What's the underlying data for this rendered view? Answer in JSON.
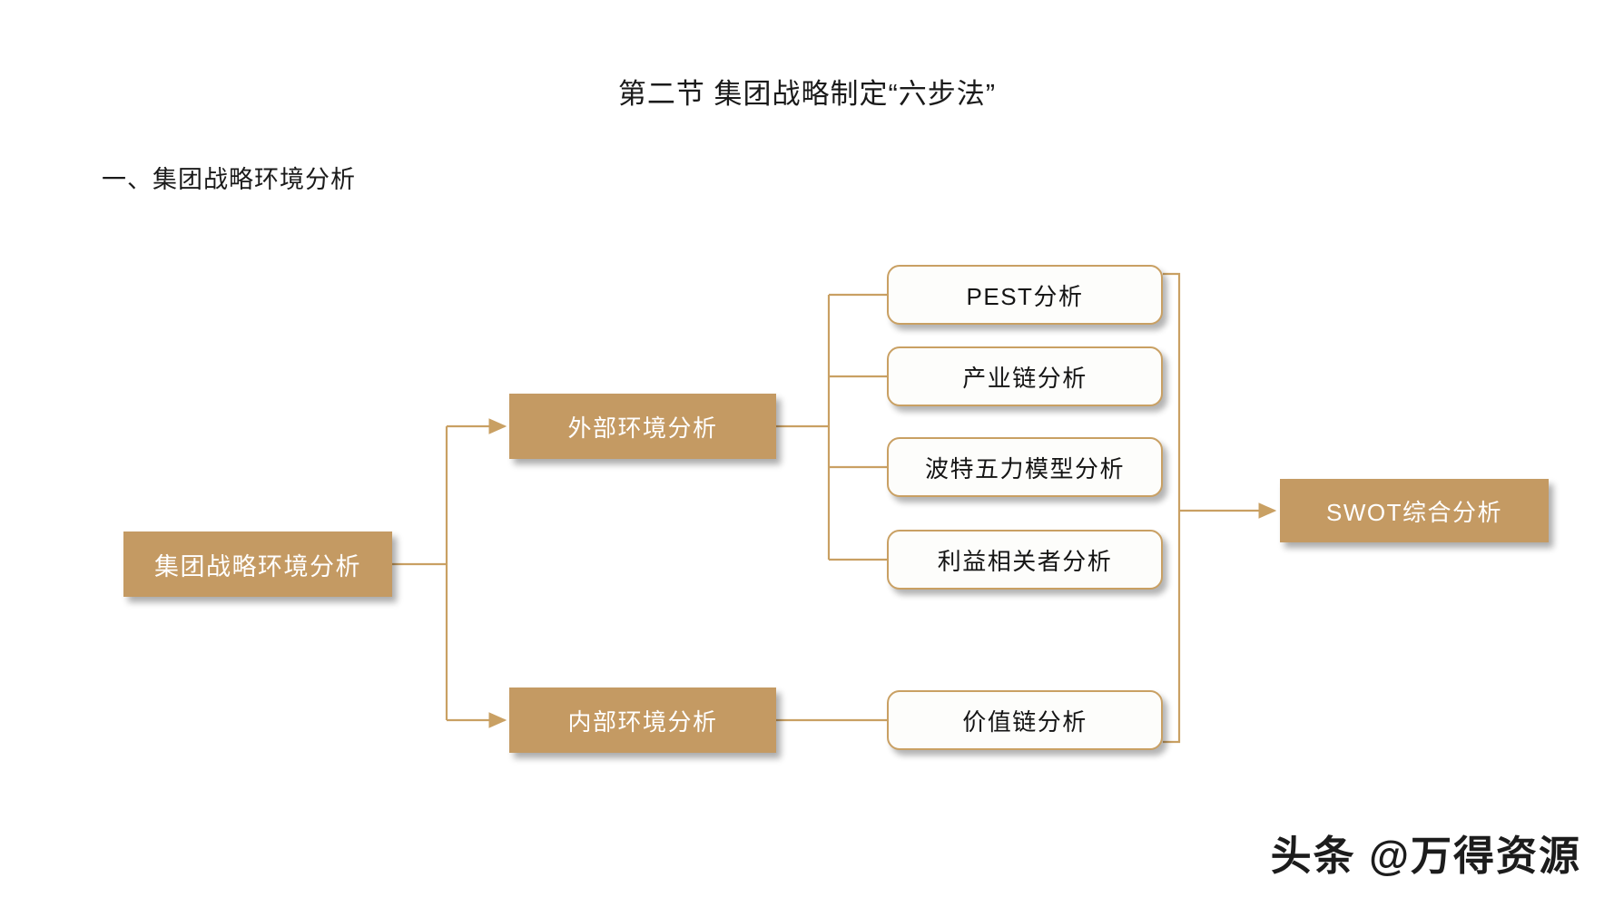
{
  "slide": {
    "title": "第二节 集团战略制定“六步法”",
    "subtitle": "一、集团战略环境分析"
  },
  "diagram": {
    "type": "tree",
    "orientation": "left-to-right",
    "accent_color": "#c49a63",
    "border_color": "#c9a063",
    "connector_color": "#c9a063",
    "fill_text_color": "#ffffff",
    "outline_text_color": "#141414",
    "root": {
      "label": "集团战略环境分析",
      "style": "filled"
    },
    "branches": [
      {
        "label": "外部环境分析",
        "style": "filled",
        "children": [
          {
            "label": "PEST分析",
            "style": "outlined"
          },
          {
            "label": "产业链分析",
            "style": "outlined"
          },
          {
            "label": "波特五力模型分析",
            "style": "outlined"
          },
          {
            "label": "利益相关者分析",
            "style": "outlined"
          }
        ]
      },
      {
        "label": "内部环境分析",
        "style": "filled",
        "children": [
          {
            "label": "价值链分析",
            "style": "outlined"
          }
        ]
      }
    ],
    "result": {
      "label": "SWOT综合分析",
      "style": "filled"
    }
  },
  "watermark": {
    "text": "头条 @万得资源"
  }
}
